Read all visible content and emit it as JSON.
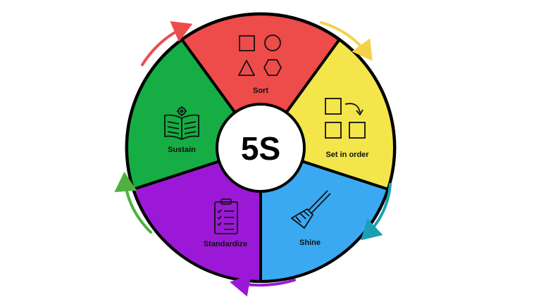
{
  "diagram": {
    "center": {
      "title": "5S"
    },
    "segments": [
      {
        "id": "sort",
        "label": "Sort",
        "color": "#ee4b4b",
        "icon": "shapes-icon"
      },
      {
        "id": "set-in-order",
        "label": "Set in order",
        "color": "#f3e54a",
        "icon": "arrange-squares-icon"
      },
      {
        "id": "shine",
        "label": "Shine",
        "color": "#3aa9f2",
        "icon": "broom-icon"
      },
      {
        "id": "standardize",
        "label": "Standardize",
        "color": "#9b19d6",
        "icon": "clipboard-checklist-icon"
      },
      {
        "id": "sustain",
        "label": "Sustain",
        "color": "#16ad45",
        "icon": "open-book-gear-icon"
      }
    ],
    "cycle_arrows": [
      {
        "id": "red",
        "color": "#ee4b4b"
      },
      {
        "id": "yellow",
        "color": "#f3d24a"
      },
      {
        "id": "teal",
        "color": "#1aa0b4"
      },
      {
        "id": "purple",
        "color": "#9b19d6"
      },
      {
        "id": "green",
        "color": "#4fb03f"
      }
    ]
  }
}
